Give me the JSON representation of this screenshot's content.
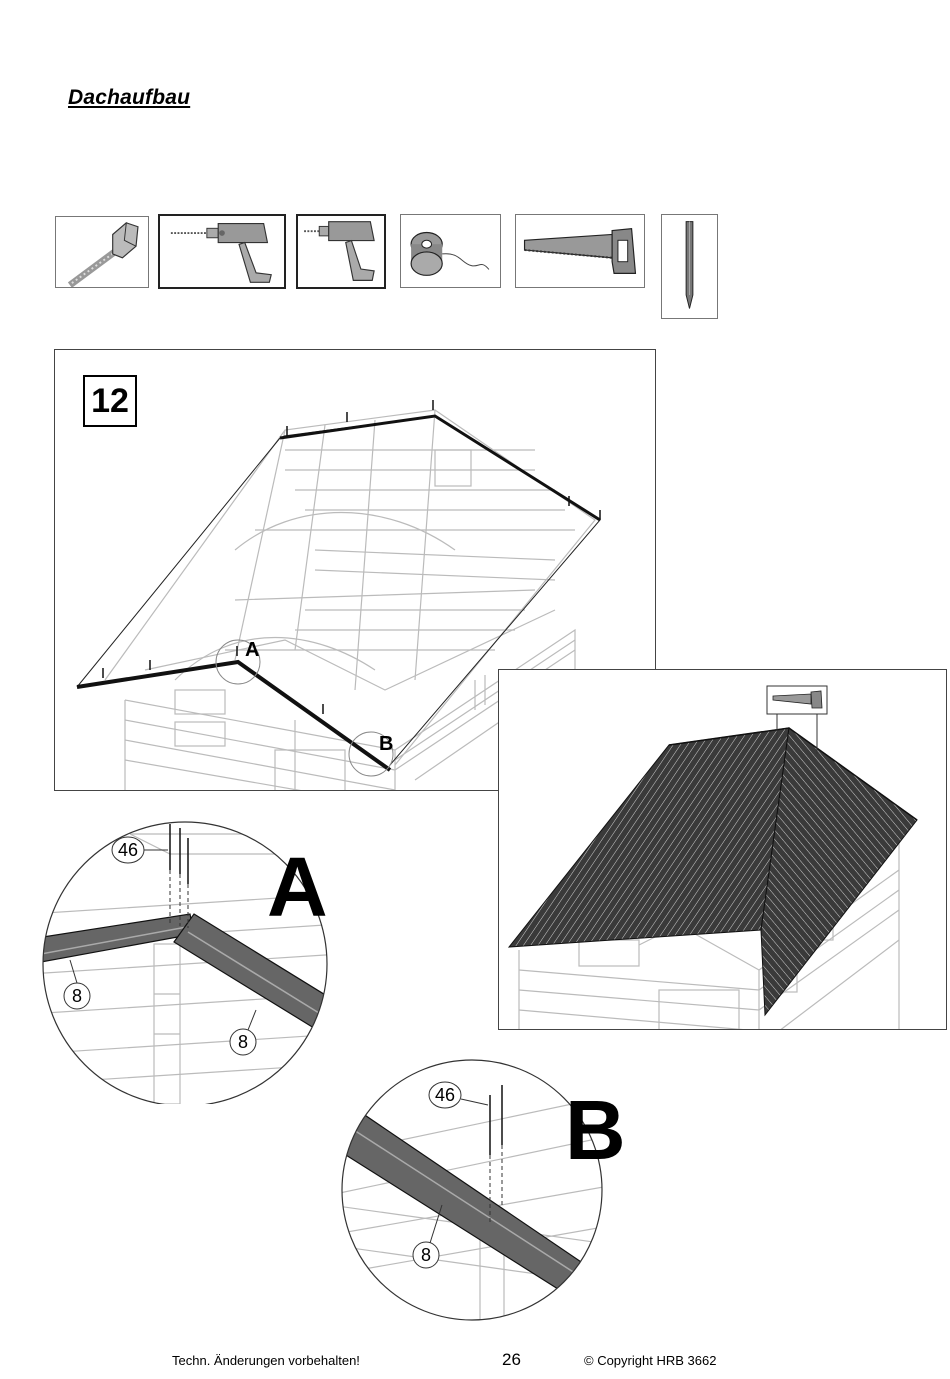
{
  "heading": "Dachaufbau",
  "tools": [
    {
      "icon": "tape-measure-icon"
    },
    {
      "icon": "drill-with-bit-icon"
    },
    {
      "icon": "cordless-drill-icon"
    },
    {
      "icon": "string-reel-icon"
    },
    {
      "icon": "hand-saw-icon"
    },
    {
      "icon": "pencil-icon"
    }
  ],
  "step": {
    "number": "12"
  },
  "overview": {
    "label_a": "A",
    "label_b": "B"
  },
  "detail_a": {
    "letter": "A",
    "part_screw": "46",
    "part_board_1": "8",
    "part_board_2": "8"
  },
  "detail_b": {
    "letter": "B",
    "part_screw": "46",
    "part_board": "8"
  },
  "result": {
    "tool_icon": "hand-saw-icon"
  },
  "footer": {
    "left": "Techn. Änderungen vorbehalten!",
    "page": "26",
    "right": "© Copyright HRB 3662"
  }
}
